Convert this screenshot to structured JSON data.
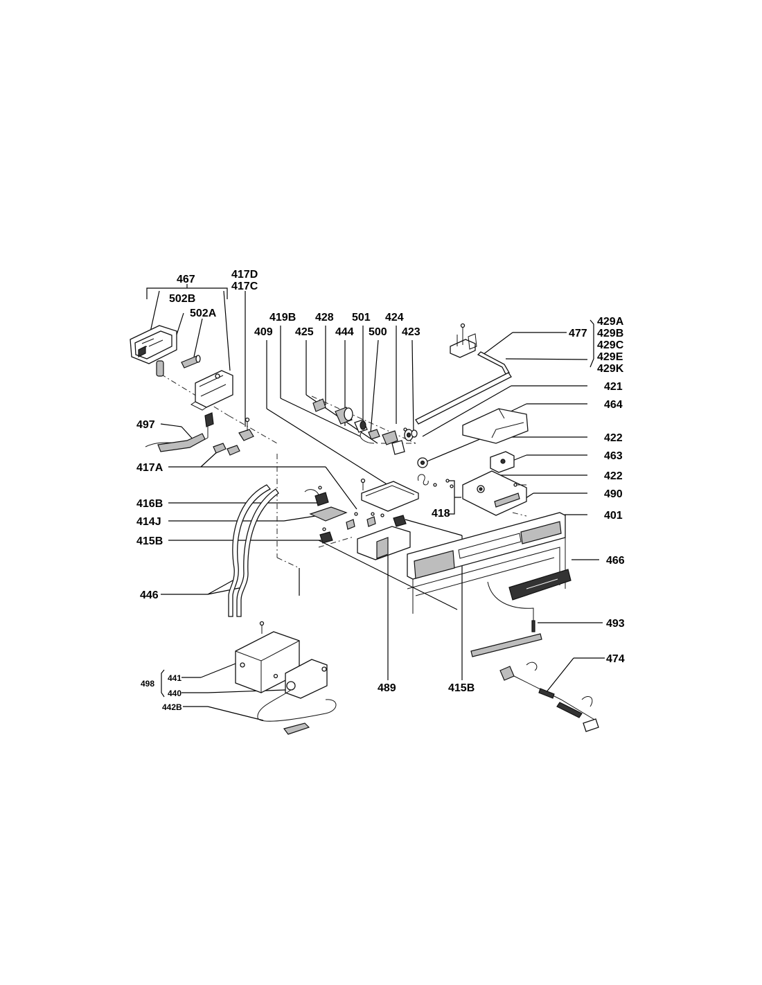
{
  "labels": {
    "l467": "467",
    "l502B": "502B",
    "l502A": "502A",
    "l417D": "417D",
    "l417C": "417C",
    "l419B": "419B",
    "l409": "409",
    "l428": "428",
    "l425": "425",
    "l444": "444",
    "l501": "501",
    "l500": "500",
    "l424": "424",
    "l423": "423",
    "l429A": "429A",
    "l429B": "429B",
    "l429C": "429C",
    "l429E": "429E",
    "l429K": "429K",
    "l477": "477",
    "l421": "421",
    "l464": "464",
    "l422a": "422",
    "l463": "463",
    "l422b": "422",
    "l490": "490",
    "l401": "401",
    "l497": "497",
    "l417A": "417A",
    "l416B": "416B",
    "l414J": "414J",
    "l415B_left": "415B",
    "l418": "418",
    "l466": "466",
    "l446": "446",
    "l493": "493",
    "l474": "474",
    "l498": "498",
    "l441": "441",
    "l440": "440",
    "l442B": "442B",
    "l489": "489",
    "l415B_bottom": "415B"
  }
}
